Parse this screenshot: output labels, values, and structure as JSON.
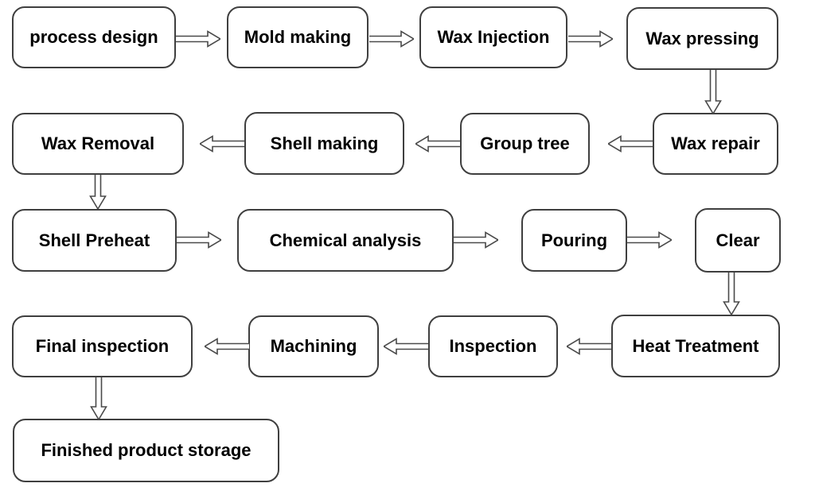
{
  "diagram": {
    "type": "flowchart",
    "description": "Investment casting process flow",
    "colors": {
      "background": "#ffffff",
      "box_border": "#3f3f3f",
      "box_fill": "#ffffff",
      "text": "#000000",
      "arrow_outline": "#4a4a4a",
      "arrow_fill": "#ffffff"
    },
    "nodes": [
      {
        "id": "process-design",
        "label": "process design"
      },
      {
        "id": "mold-making",
        "label": "Mold making"
      },
      {
        "id": "wax-injection",
        "label": "Wax Injection"
      },
      {
        "id": "wax-pressing",
        "label": "Wax pressing"
      },
      {
        "id": "wax-removal",
        "label": "Wax Removal"
      },
      {
        "id": "shell-making",
        "label": "Shell making"
      },
      {
        "id": "group-tree",
        "label": "Group tree"
      },
      {
        "id": "wax-repair",
        "label": "Wax repair"
      },
      {
        "id": "shell-preheat",
        "label": "Shell Preheat"
      },
      {
        "id": "chemical-analysis",
        "label": "Chemical analysis"
      },
      {
        "id": "pouring",
        "label": "Pouring"
      },
      {
        "id": "clear",
        "label": "Clear"
      },
      {
        "id": "final-inspection",
        "label": "Final inspection"
      },
      {
        "id": "machining",
        "label": "Machining"
      },
      {
        "id": "inspection",
        "label": "Inspection"
      },
      {
        "id": "heat-treatment",
        "label": "Heat Treatment"
      },
      {
        "id": "finished-product-storage",
        "label": "Finished product storage"
      }
    ],
    "edges": [
      {
        "from": "process-design",
        "to": "mold-making",
        "direction": "right"
      },
      {
        "from": "mold-making",
        "to": "wax-injection",
        "direction": "right"
      },
      {
        "from": "wax-injection",
        "to": "wax-pressing",
        "direction": "right"
      },
      {
        "from": "wax-pressing",
        "to": "wax-repair",
        "direction": "down"
      },
      {
        "from": "wax-repair",
        "to": "group-tree",
        "direction": "left"
      },
      {
        "from": "group-tree",
        "to": "shell-making",
        "direction": "left"
      },
      {
        "from": "shell-making",
        "to": "wax-removal",
        "direction": "left"
      },
      {
        "from": "wax-removal",
        "to": "shell-preheat",
        "direction": "down"
      },
      {
        "from": "shell-preheat",
        "to": "chemical-analysis",
        "direction": "right"
      },
      {
        "from": "chemical-analysis",
        "to": "pouring",
        "direction": "right"
      },
      {
        "from": "pouring",
        "to": "clear",
        "direction": "right"
      },
      {
        "from": "clear",
        "to": "heat-treatment",
        "direction": "down"
      },
      {
        "from": "heat-treatment",
        "to": "inspection",
        "direction": "left"
      },
      {
        "from": "inspection",
        "to": "machining",
        "direction": "left"
      },
      {
        "from": "machining",
        "to": "final-inspection",
        "direction": "left"
      },
      {
        "from": "final-inspection",
        "to": "finished-product-storage",
        "direction": "down"
      }
    ]
  }
}
